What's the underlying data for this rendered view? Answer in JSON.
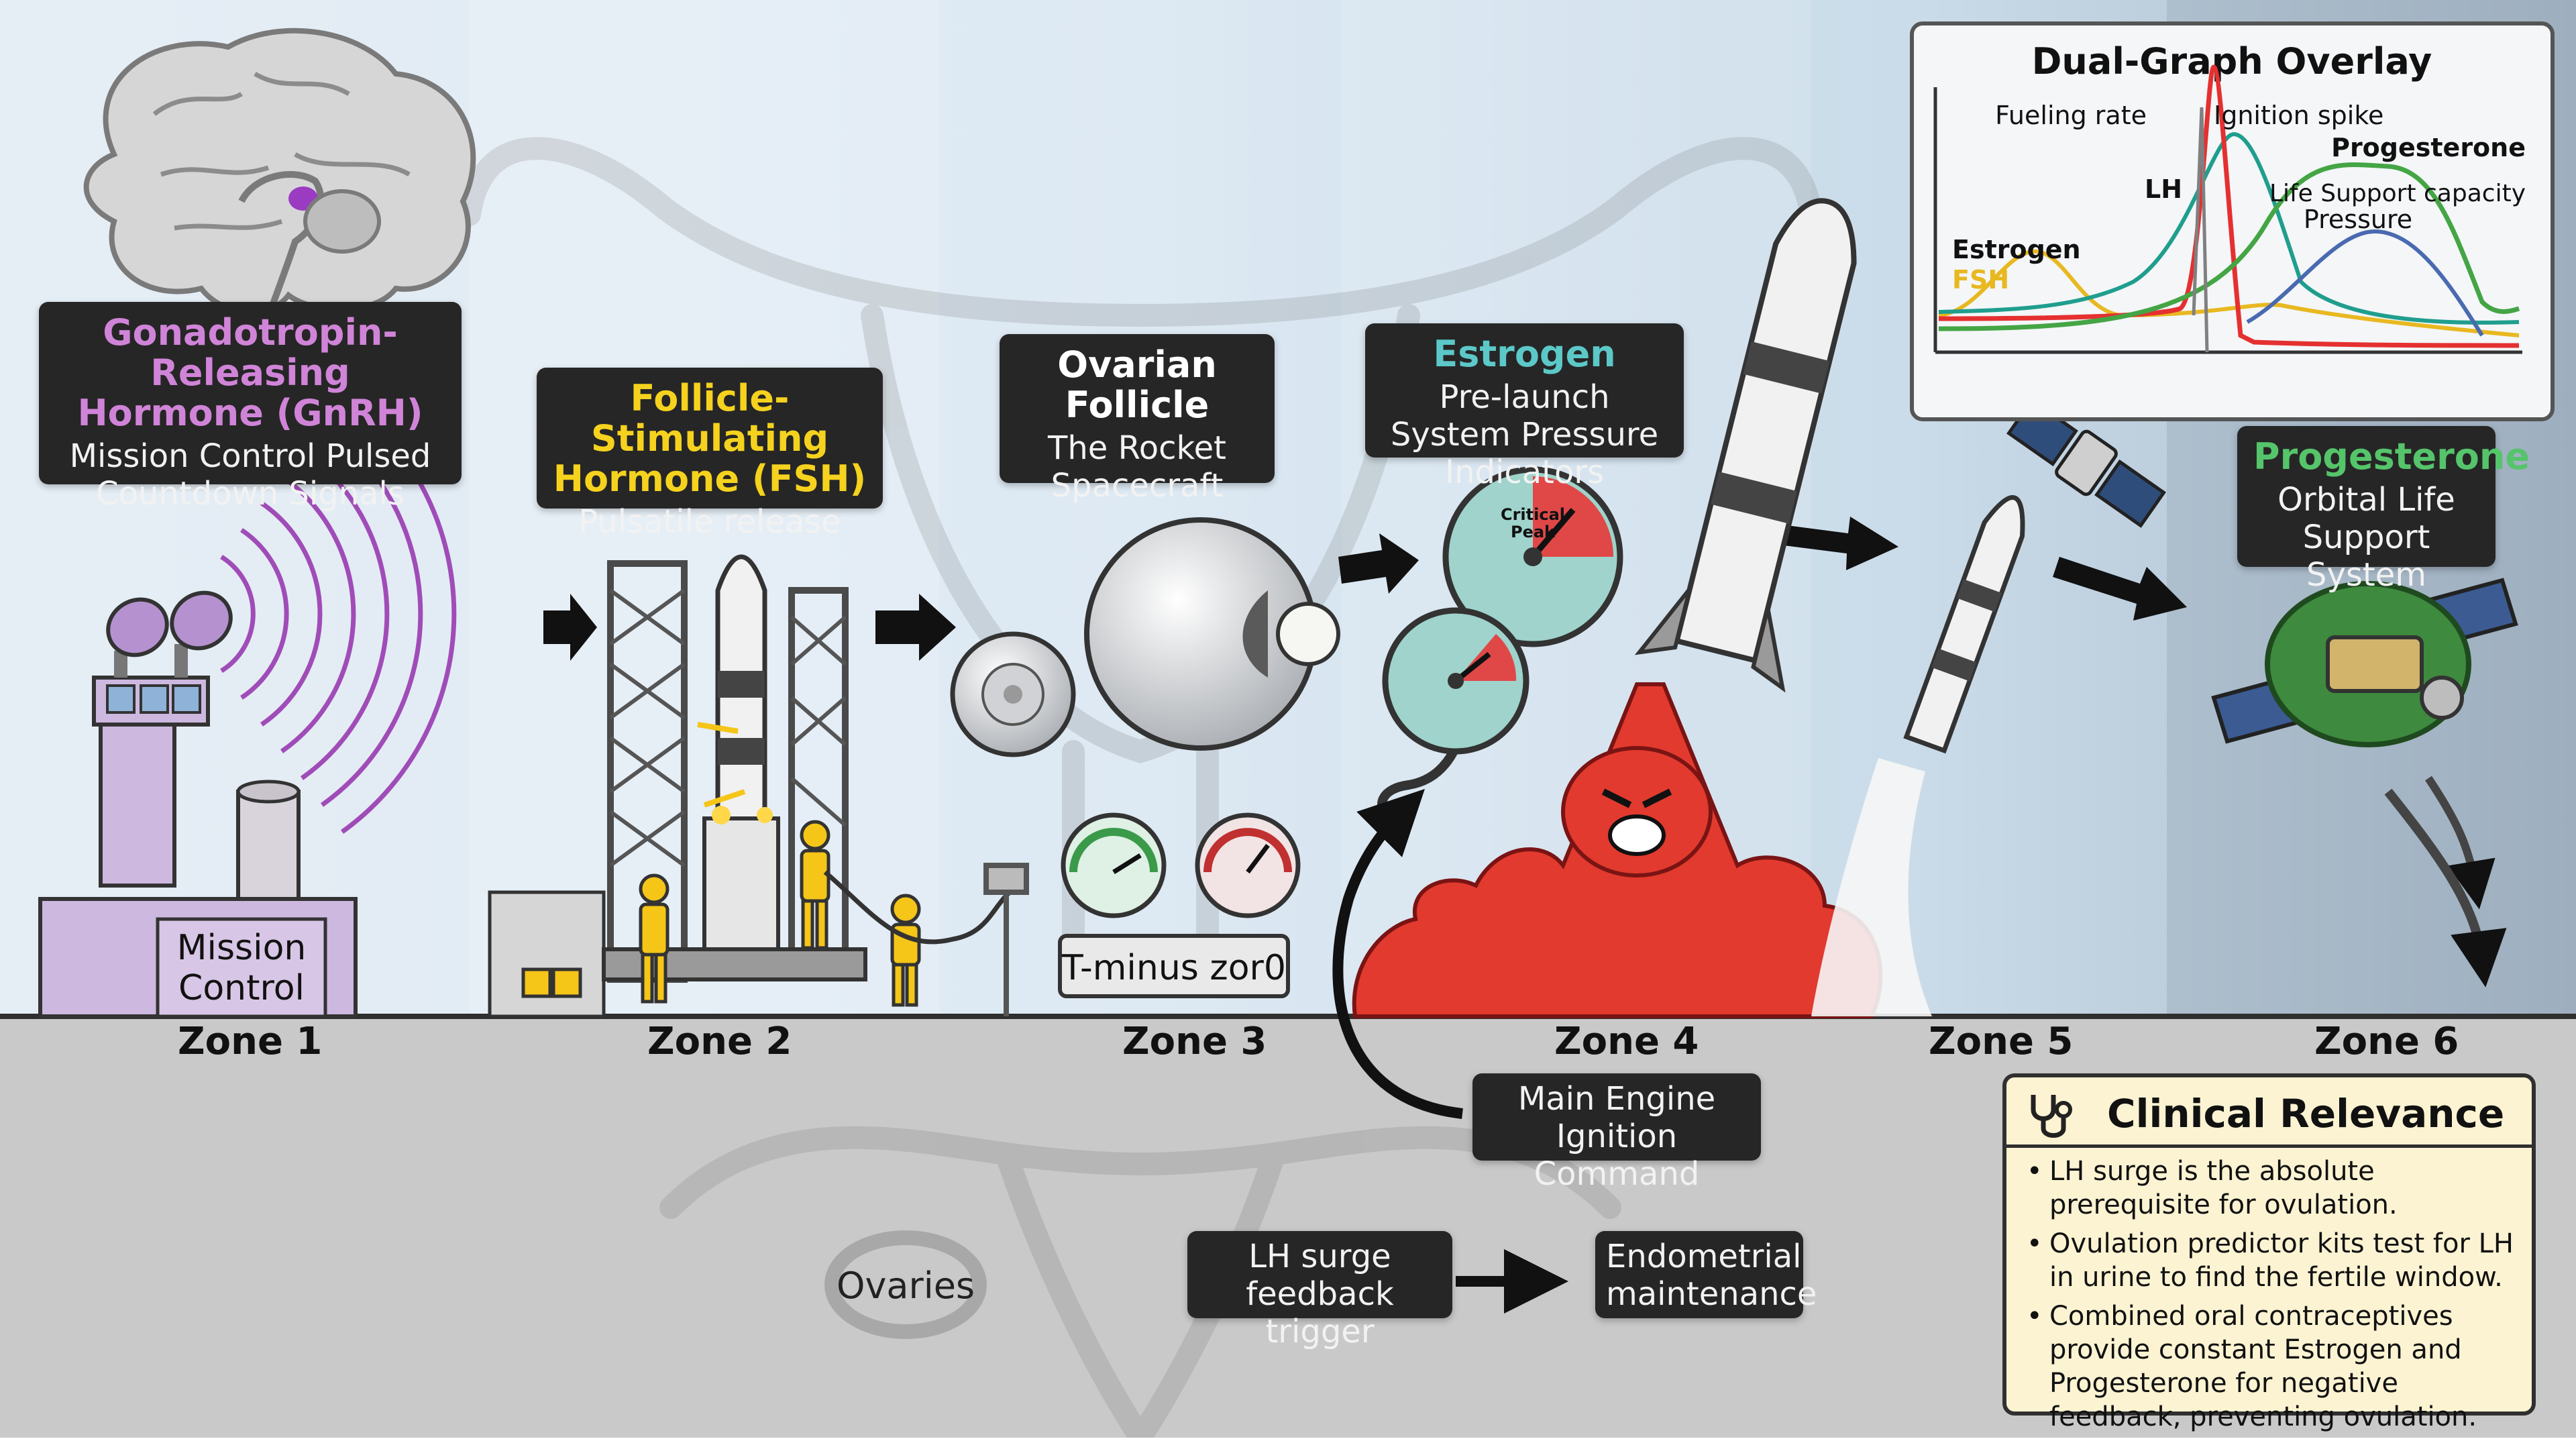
{
  "labels": {
    "gnrh": {
      "title": "Gonadotropin-Releasing Hormone (GnRH)",
      "subtitle": "Mission Control Pulsed Countdown Signals",
      "title_color": "#d084d8"
    },
    "fsh": {
      "title": "Follicle-Stimulating Hormone (FSH)",
      "subtitle": "Pulsatile release",
      "title_color": "#f5d21e"
    },
    "follicle": {
      "title": "Ovarian Follicle",
      "subtitle": "The Rocket Spacecraft",
      "title_color": "#ffffff"
    },
    "estrogen": {
      "title": "Estrogen",
      "subtitle": "Pre-launch System Pressure Indicators",
      "title_color": "#5cc8c8"
    },
    "progesterone": {
      "title": "Progesterone",
      "subtitle": "Orbital Life Support System",
      "title_color": "#55c46a"
    },
    "main_engine": "Main Engine Ignition Command",
    "lh_surge": "LH surge feedback trigger",
    "endometrial": "Endometrial maintenance"
  },
  "scene": {
    "mission_control": "Mission Control",
    "t_minus": "T-minus zor0",
    "critical_peak": "Critical Peak",
    "ovaries": "Ovaries"
  },
  "zones": [
    "Zone 1",
    "Zone 2",
    "Zone 3",
    "Zone 4",
    "Zone 5",
    "Zone 6"
  ],
  "graph": {
    "title": "Dual-Graph Overlay",
    "annotations": {
      "fueling_rate": "Fueling rate",
      "ignition_spike": "Ignition spike",
      "lh": "LH",
      "progesterone": "Progesterone",
      "life_support": "Life Support capacity",
      "pressure": "Pressure",
      "estrogen": "Estrogen",
      "fsh": "FSH"
    },
    "colors": {
      "fsh": "#e8b820",
      "estrogen": "#1f9e8e",
      "lh": "#e53030",
      "progesterone": "#44a544",
      "pressure": "#4a6ab0",
      "ignition": "#808080"
    }
  },
  "clinical": {
    "icon": "stethoscope-icon",
    "title": "Clinical Relevance",
    "bullets": [
      "LH surge is the absolute prerequisite for ovulation.",
      "Ovulation predictor kits test for LH in urine to find the fertile window.",
      "Combined oral contraceptives provide constant Estrogen and Progesterone for negative feedback, preventing ovulation."
    ]
  },
  "icons": [
    "brain-icon",
    "radio-tower-icon",
    "launch-tower-icon",
    "worker-icon",
    "follicle-icon",
    "pressure-gauge-icon",
    "rocket-icon",
    "satellite-icon",
    "space-station-icon",
    "uterus-silhouette-icon"
  ]
}
